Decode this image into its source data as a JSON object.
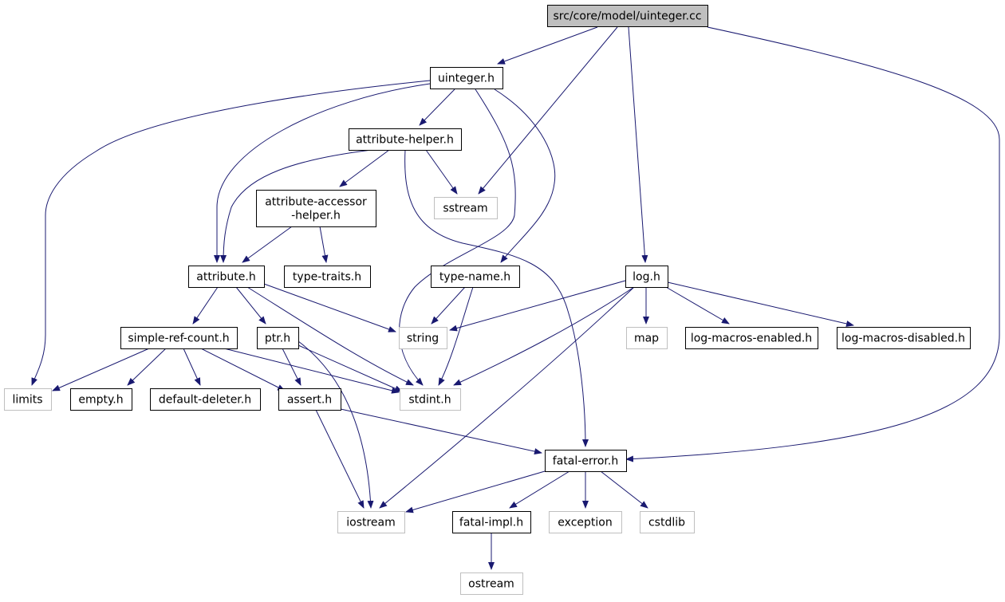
{
  "title": "src/core/model/uinteger.cc",
  "colors": {
    "edge": "#191970",
    "root_fill": "#bfbfbf",
    "node_border": "#000000",
    "external_border": "#bfbfbf"
  },
  "nodes": [
    {
      "id": "root",
      "label": "src/core/model/uinteger.cc",
      "kind": "root"
    },
    {
      "id": "uinteger_h",
      "label": "uinteger.h",
      "kind": "local"
    },
    {
      "id": "attribute_helper_h",
      "label": "attribute-helper.h",
      "kind": "local"
    },
    {
      "id": "attribute_accessor_helper_h",
      "label": "attribute-accessor\n-helper.h",
      "kind": "local"
    },
    {
      "id": "sstream",
      "label": "sstream",
      "kind": "external"
    },
    {
      "id": "attribute_h",
      "label": "attribute.h",
      "kind": "local"
    },
    {
      "id": "type_traits_h",
      "label": "type-traits.h",
      "kind": "local"
    },
    {
      "id": "type_name_h",
      "label": "type-name.h",
      "kind": "local"
    },
    {
      "id": "log_h",
      "label": "log.h",
      "kind": "local"
    },
    {
      "id": "simple_ref_count_h",
      "label": "simple-ref-count.h",
      "kind": "local"
    },
    {
      "id": "ptr_h",
      "label": "ptr.h",
      "kind": "local"
    },
    {
      "id": "string",
      "label": "string",
      "kind": "external"
    },
    {
      "id": "map",
      "label": "map",
      "kind": "external"
    },
    {
      "id": "log_macros_enabled_h",
      "label": "log-macros-enabled.h",
      "kind": "local"
    },
    {
      "id": "log_macros_disabled_h",
      "label": "log-macros-disabled.h",
      "kind": "local"
    },
    {
      "id": "limits",
      "label": "limits",
      "kind": "external"
    },
    {
      "id": "empty_h",
      "label": "empty.h",
      "kind": "local"
    },
    {
      "id": "default_deleter_h",
      "label": "default-deleter.h",
      "kind": "local"
    },
    {
      "id": "assert_h",
      "label": "assert.h",
      "kind": "local"
    },
    {
      "id": "stdint_h",
      "label": "stdint.h",
      "kind": "external"
    },
    {
      "id": "fatal_error_h",
      "label": "fatal-error.h",
      "kind": "local"
    },
    {
      "id": "iostream",
      "label": "iostream",
      "kind": "external"
    },
    {
      "id": "fatal_impl_h",
      "label": "fatal-impl.h",
      "kind": "local"
    },
    {
      "id": "exception",
      "label": "exception",
      "kind": "external"
    },
    {
      "id": "cstdlib",
      "label": "cstdlib",
      "kind": "external"
    },
    {
      "id": "ostream",
      "label": "ostream",
      "kind": "external"
    }
  ],
  "edges": [
    {
      "from": "root",
      "to": "uinteger_h"
    },
    {
      "from": "root",
      "to": "sstream"
    },
    {
      "from": "root",
      "to": "log_h"
    },
    {
      "from": "root",
      "to": "fatal_error_h"
    },
    {
      "from": "uinteger_h",
      "to": "attribute_helper_h"
    },
    {
      "from": "uinteger_h",
      "to": "attribute_h"
    },
    {
      "from": "uinteger_h",
      "to": "limits"
    },
    {
      "from": "uinteger_h",
      "to": "stdint_h"
    },
    {
      "from": "uinteger_h",
      "to": "type_name_h"
    },
    {
      "from": "attribute_helper_h",
      "to": "attribute_accessor_helper_h"
    },
    {
      "from": "attribute_helper_h",
      "to": "attribute_h"
    },
    {
      "from": "attribute_helper_h",
      "to": "sstream"
    },
    {
      "from": "attribute_helper_h",
      "to": "fatal_error_h"
    },
    {
      "from": "attribute_accessor_helper_h",
      "to": "attribute_h"
    },
    {
      "from": "attribute_accessor_helper_h",
      "to": "type_traits_h"
    },
    {
      "from": "attribute_h",
      "to": "simple_ref_count_h"
    },
    {
      "from": "attribute_h",
      "to": "ptr_h"
    },
    {
      "from": "attribute_h",
      "to": "string"
    },
    {
      "from": "attribute_h",
      "to": "stdint_h"
    },
    {
      "from": "type_name_h",
      "to": "string"
    },
    {
      "from": "type_name_h",
      "to": "stdint_h"
    },
    {
      "from": "log_h",
      "to": "string"
    },
    {
      "from": "log_h",
      "to": "map"
    },
    {
      "from": "log_h",
      "to": "log_macros_enabled_h"
    },
    {
      "from": "log_h",
      "to": "log_macros_disabled_h"
    },
    {
      "from": "log_h",
      "to": "stdint_h"
    },
    {
      "from": "log_h",
      "to": "iostream"
    },
    {
      "from": "simple_ref_count_h",
      "to": "limits"
    },
    {
      "from": "simple_ref_count_h",
      "to": "empty_h"
    },
    {
      "from": "simple_ref_count_h",
      "to": "default_deleter_h"
    },
    {
      "from": "simple_ref_count_h",
      "to": "assert_h"
    },
    {
      "from": "simple_ref_count_h",
      "to": "stdint_h"
    },
    {
      "from": "ptr_h",
      "to": "assert_h"
    },
    {
      "from": "ptr_h",
      "to": "stdint_h"
    },
    {
      "from": "ptr_h",
      "to": "iostream"
    },
    {
      "from": "assert_h",
      "to": "iostream"
    },
    {
      "from": "assert_h",
      "to": "fatal_error_h"
    },
    {
      "from": "fatal_error_h",
      "to": "iostream"
    },
    {
      "from": "fatal_error_h",
      "to": "fatal_impl_h"
    },
    {
      "from": "fatal_error_h",
      "to": "exception"
    },
    {
      "from": "fatal_error_h",
      "to": "cstdlib"
    },
    {
      "from": "fatal_impl_h",
      "to": "ostream"
    }
  ]
}
